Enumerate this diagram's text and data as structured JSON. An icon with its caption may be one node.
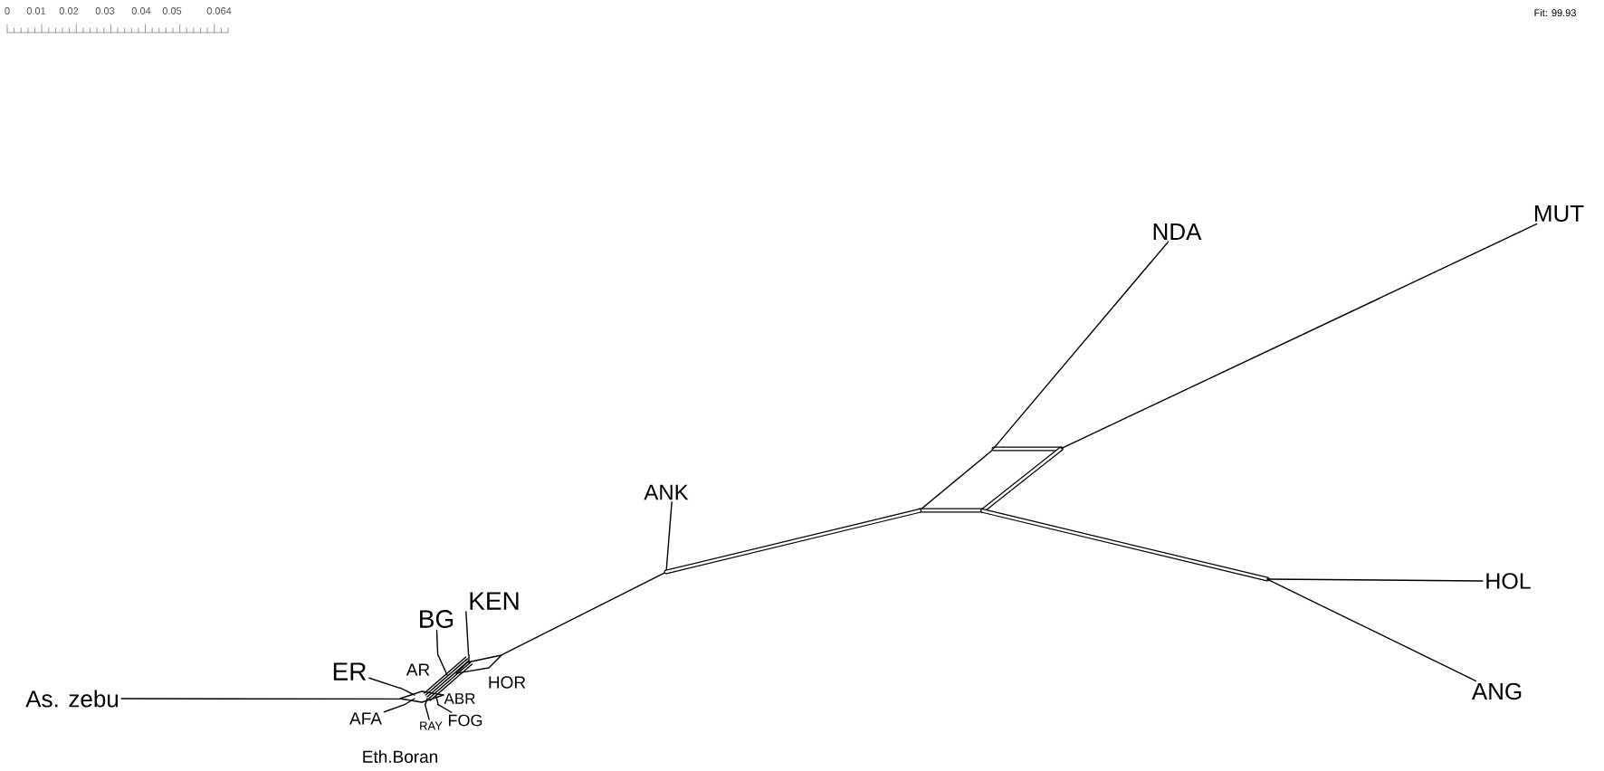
{
  "diagram": {
    "nodes": [
      {
        "text": [],
        "shape": "network"
      },
      {
        "text": [
          "As. zebu"
        ]
      },
      {
        "text": [
          "ER"
        ]
      },
      {
        "text": [
          "BG"
        ]
      },
      {
        "text": [
          "KEN"
        ]
      },
      {
        "text": [
          "AFA"
        ]
      },
      {
        "text": [
          "RAY"
        ]
      },
      {
        "text": [
          "FOG"
        ]
      },
      {
        "text": [
          "ANK"
        ]
      },
      {
        "text": [],
        "shape": "network"
      },
      {
        "text": [
          "NDA"
        ]
      },
      {
        "text": [
          "MUT"
        ]
      },
      {
        "text": [
          "HOL"
        ]
      },
      {
        "text": [
          "ANG"
        ]
      }
    ],
    "edges": [
      {
        "from": 0,
        "to": 1,
        "arrow": "none"
      },
      {
        "from": 0,
        "to": 2,
        "arrow": "none"
      },
      {
        "from": 0,
        "to": 3,
        "arrow": "none"
      },
      {
        "from": 0,
        "to": 4,
        "arrow": "none"
      },
      {
        "from": 0,
        "to": 5,
        "arrow": "none"
      },
      {
        "from": 0,
        "to": 6,
        "arrow": "none"
      },
      {
        "from": 0,
        "to": 7,
        "arrow": "none"
      },
      {
        "from": 0,
        "to": 8,
        "arrow": "none"
      },
      {
        "from": 0,
        "to": 9,
        "arrow": "none",
        "style": "thick"
      },
      {
        "from": 9,
        "to": 10,
        "arrow": "none"
      },
      {
        "from": 9,
        "to": 11,
        "arrow": "none"
      },
      {
        "from": 9,
        "to": 12,
        "arrow": "none",
        "style": "thick"
      },
      {
        "from": 9,
        "to": 13,
        "arrow": "none",
        "style": "thick"
      }
    ],
    "labels": [
      "0",
      "0.01",
      "0.02",
      "0.03",
      "0.04",
      "0.05",
      "0.064",
      "Fit: 99.93",
      "AR",
      "HOR",
      "ABR",
      "Eth.Boran"
    ]
  }
}
